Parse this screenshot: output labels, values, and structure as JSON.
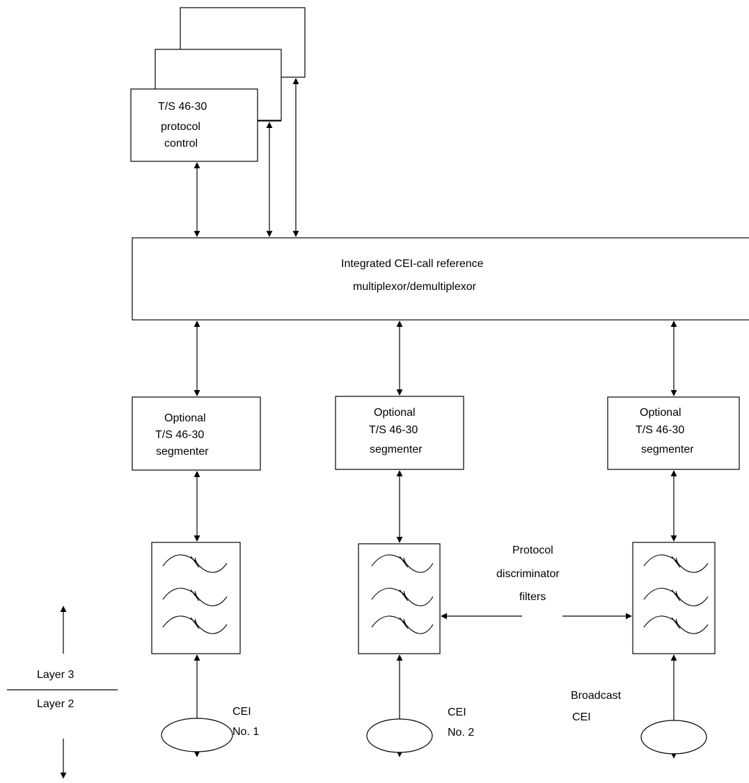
{
  "protocol_control": {
    "lines": [
      "T/S 46-30",
      "protocol",
      "control"
    ]
  },
  "multiplexor": {
    "lines": [
      "Integrated CEI-call reference",
      "multiplexor/demultiplexor"
    ]
  },
  "segmenters": [
    {
      "lines": [
        "Optional",
        "T/S 46-30",
        "segmenter"
      ]
    },
    {
      "lines": [
        "Optional",
        "T/S 46-30",
        "segmenter"
      ]
    },
    {
      "lines": [
        "Optional",
        "T/S 46-30",
        "segmenter"
      ]
    }
  ],
  "filters_label": [
    "Protocol",
    "discriminator",
    "filters"
  ],
  "layers": {
    "upper": "Layer 3",
    "lower": "Layer 2"
  },
  "ceis": [
    {
      "lines": [
        "CEI",
        "No. 1"
      ]
    },
    {
      "lines": [
        "CEI",
        "No. 2"
      ]
    },
    {
      "lines": [
        "Broadcast",
        "CEI"
      ]
    }
  ]
}
